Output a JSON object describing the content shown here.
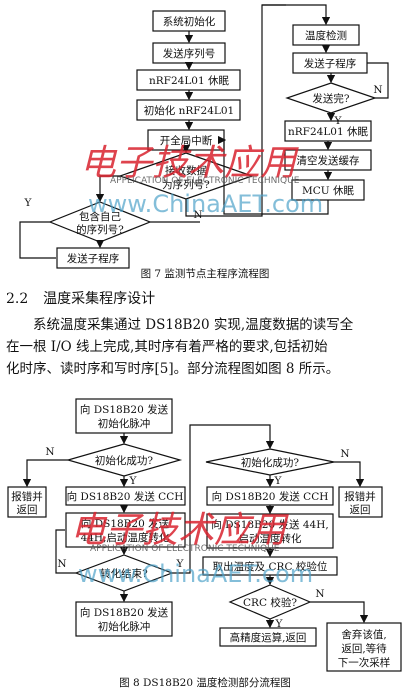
{
  "fig7": {
    "nodes": {
      "sys_init": "系统初始化",
      "send_serial": "发送序列号",
      "nrf_sleep": "nRF24L01 休眠",
      "init_nrf": "初始化 nRF24L01",
      "open_global_int": "开全局中断",
      "recv_data": "接收数据",
      "is_serial": "为序列号?",
      "has_own_serial_1": "包含自己",
      "has_own_serial_2": "的序列号?",
      "send_subprog_left": "发送子程序",
      "temp_detect": "温度检测",
      "send_subprog_right": "发送子程序",
      "send_done": "发送完?",
      "nrf_sleep_right": "nRF24L01 休眠",
      "clear_buffer": "清空发送缓存",
      "mcu_sleep": "MCU 休眠"
    },
    "labels": {
      "y": "Y",
      "n": "N"
    },
    "caption": "图 7    监测节点主程序流程图"
  },
  "section": {
    "number": "2.2",
    "title": "温度采集程序设计",
    "para_line1": "系统温度采集通过 DS18B20 实现,温度数据的读写全",
    "para_line2": "在一根 I/O 线上完成,其时序有着严格的要求,包括初始",
    "para_line3": "化时序、读时序和写时序[5]。部分流程图如图 8 所示。"
  },
  "fig8": {
    "nodes": {
      "send_reset_1a": "向 DS18B20 发送",
      "send_reset_1b": "初始化脉冲",
      "init_ok_left": "初始化成功?",
      "err_left_1": "报错并",
      "err_left_2": "返回",
      "send_cch_left": "向 DS18B20 发送 CCH",
      "send_44h_left_1": "向 DS18B20 发送",
      "send_44h_left_2": "44H,启动温度转化",
      "conv_done": "转化结束?",
      "send_reset_2a": "向 DS18B20 发送",
      "send_reset_2b": "初始化脉冲",
      "init_ok_right": "初始化成功?",
      "err_right_1": "报错并",
      "err_right_2": "返回",
      "send_cch_right": "向 DS18B20 发送 CCH",
      "send_44h_right_1": "向 DS18B20 发送 44H,",
      "send_44h_right_2": "启动温度转化",
      "read_temp": "取出温度及 CRC 校验位",
      "crc_check": "CRC 校验?",
      "high_precision": "高精度运算,返回",
      "discard_1": "舍弃该值,",
      "discard_2": "返回,等待",
      "discard_3": "下一次采样"
    },
    "labels": {
      "y": "Y",
      "n": "N"
    },
    "caption": "图 8    DS18B20 温度检测部分流程图"
  },
  "watermark": {
    "url": "www.ChinaAET.com",
    "tagline": "APPLICATION OF ELECTRONIC TECHNIQUE",
    "brand": "电子技术应用",
    "color": "#d9232e"
  }
}
